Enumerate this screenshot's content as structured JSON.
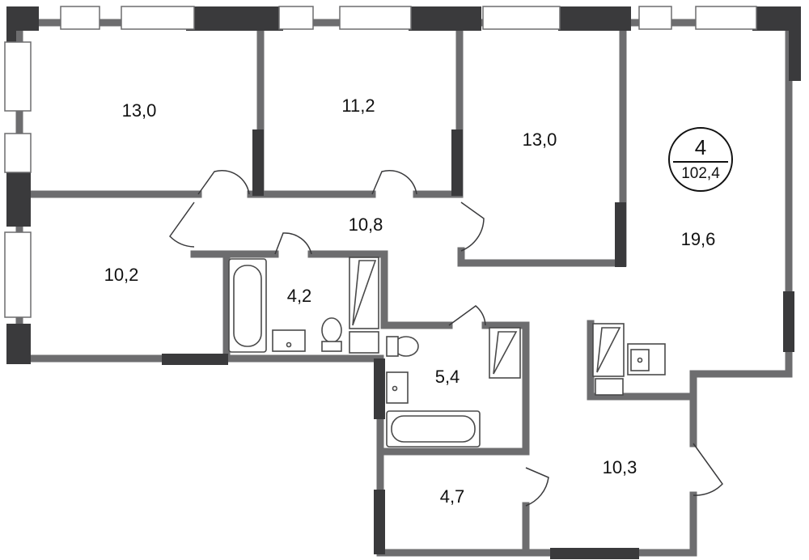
{
  "plan": {
    "colors": {
      "wall": "#6d6d6f",
      "wall_dark": "#3a3a3c",
      "fixture": "#4a4a4a",
      "background": "#ffffff"
    },
    "badge": {
      "rooms": "4",
      "total_area": "102,4"
    },
    "rooms": [
      {
        "id": "bedroom-top-left",
        "area": "13,0"
      },
      {
        "id": "bedroom-top-middle",
        "area": "11,2"
      },
      {
        "id": "bedroom-top-right",
        "area": "13,0"
      },
      {
        "id": "living-room",
        "area": "19,6"
      },
      {
        "id": "corridor",
        "area": "10,8"
      },
      {
        "id": "bedroom-left",
        "area": "10,2"
      },
      {
        "id": "bathroom-1",
        "area": "4,2"
      },
      {
        "id": "bathroom-2",
        "area": "5,4"
      },
      {
        "id": "hall",
        "area": "10,3"
      },
      {
        "id": "storage-room",
        "area": "4,7"
      }
    ]
  }
}
